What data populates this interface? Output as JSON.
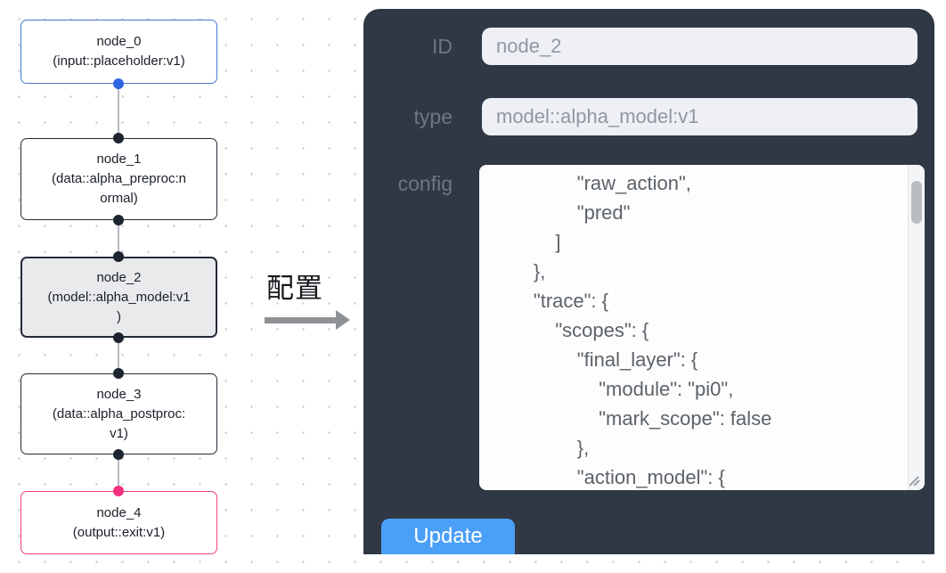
{
  "canvas": {
    "nodes": [
      {
        "id": "node_0",
        "title": "node_0",
        "subtitle": "(input::placeholder:v1)",
        "role": "input"
      },
      {
        "id": "node_1",
        "title": "node_1",
        "subtitle": "(data::alpha_preproc:n\normal)",
        "role": "processor"
      },
      {
        "id": "node_2",
        "title": "node_2",
        "subtitle": "(model::alpha_model:v1\n)",
        "role": "model-selected"
      },
      {
        "id": "node_3",
        "title": "node_3",
        "subtitle": "(data::alpha_postproc:\nv1)",
        "role": "processor"
      },
      {
        "id": "node_4",
        "title": "node_4",
        "subtitle": "(output::exit:v1)",
        "role": "output"
      }
    ]
  },
  "annotation": {
    "label": "配置"
  },
  "panel": {
    "fields": {
      "id": {
        "label": "ID",
        "value": "node_2"
      },
      "type": {
        "label": "type",
        "value": "model::alpha_model:v1"
      },
      "config": {
        "label": "config",
        "value": "                \"raw_action\",\n                \"pred\"\n            ]\n        },\n        \"trace\": {\n            \"scopes\": {\n                \"final_layer\": {\n                    \"module\": \"pi0\",\n                    \"mark_scope\": false\n                },\n                \"action_model\": {"
      }
    },
    "update_label": "Update"
  },
  "colors": {
    "panel_bg": "#2f3844",
    "accent_blue": "#4a9ff7",
    "input_node_border": "#4a79cf",
    "output_node_border": "#ed4084",
    "selected_node_bg": "#e9eaec",
    "handle_blue": "#2e66df",
    "handle_pink": "#f22f80",
    "handle_dark": "#1c2430",
    "edge_gray": "#b6bac0",
    "field_bg": "#eef0f5",
    "grid_dot": "#c9ccd1"
  }
}
